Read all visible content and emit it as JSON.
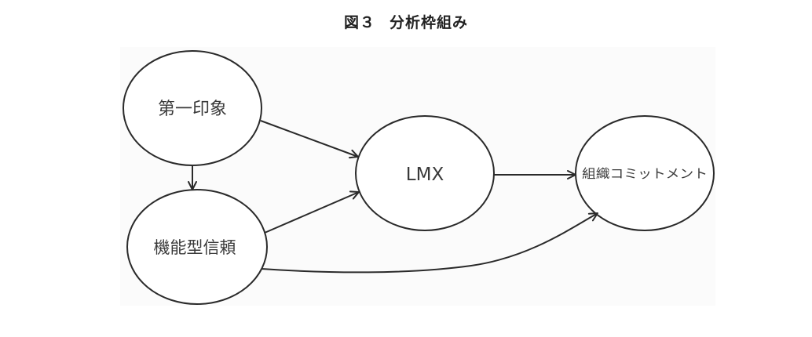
{
  "figure": {
    "number_label": "図３",
    "title": "分析枠組み"
  },
  "nodes": {
    "first_impression": {
      "label": "第一印象"
    },
    "functional_trust": {
      "label": "機能型信頼"
    },
    "lmx": {
      "label": "LMX"
    },
    "org_commitment": {
      "label": "組織コミットメント"
    }
  },
  "edges": [
    {
      "from": "第一印象",
      "to": "機能型信頼"
    },
    {
      "from": "第一印象",
      "to": "LMX"
    },
    {
      "from": "機能型信頼",
      "to": "LMX"
    },
    {
      "from": "LMX",
      "to": "組織コミットメント"
    },
    {
      "from": "機能型信頼",
      "to": "組織コミットメント"
    }
  ],
  "colors": {
    "panel_background": "#fbfbfb",
    "stroke": "#2a2a2a",
    "text": "#3a3a3a"
  }
}
